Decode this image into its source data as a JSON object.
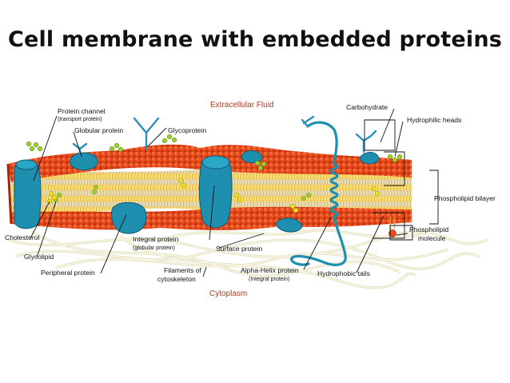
{
  "title": "Cell membrane with embedded proteins",
  "regions": {
    "top": "Extracellular Fluid",
    "bottom": "Cytoplasm"
  },
  "labels": {
    "protein_channel": "Protein channel",
    "protein_channel_sub": "(transport protein)",
    "globular_protein": "Globular protein",
    "glycoprotein": "Glycoprotein",
    "carbohydrate": "Carbohydrate",
    "hydrophilic_heads": "Hydrophilic heads",
    "phospholipid_bilayer": "Phospholipid bilayer",
    "phospholipid_molecule_1": "Phospholipid",
    "phospholipid_molecule_2": "molecule",
    "cholesterol": "Cholesterol",
    "glycolipid": "Glycolipid",
    "peripheral_protein": "Peripheral protein",
    "integral_protein": "Integral protein",
    "integral_protein_sub": "(globular protein)",
    "surface_protein": "Surface protein",
    "filaments_1": "Filaments of",
    "filaments_2": "cytoskeleton",
    "alpha_helix": "Alpha-Helix protein",
    "alpha_helix_sub": "(Integral protein)",
    "hydrophobic_tails": "Hydrophobic tails"
  },
  "colors": {
    "head": "#e8481c",
    "head_dark": "#b5280c",
    "tail": "#e9b93a",
    "protein": "#1f8fb0",
    "protein_dark": "#136a86",
    "carbohydrate": "#2c8ec0",
    "glycolipid": "#9bd12a",
    "cholesterol": "#f2e21a",
    "filament": "#f3efd6",
    "region_text": "#b23a1e"
  }
}
